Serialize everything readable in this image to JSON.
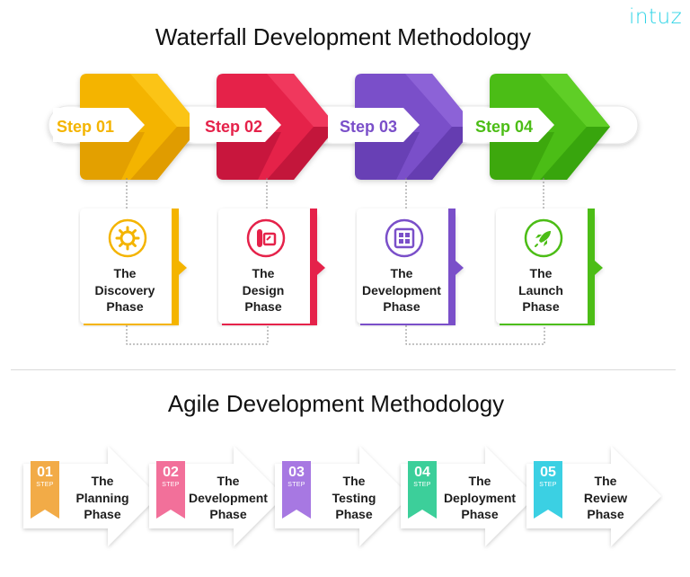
{
  "logo": {
    "text": "intuz"
  },
  "waterfall": {
    "title": "Waterfall Development Methodology",
    "steps": [
      {
        "label": "Step 01",
        "color": "#f4b400",
        "dark": "#d58f00",
        "light": "#fcc81b",
        "phase": [
          "The",
          "Discovery",
          "Phase"
        ],
        "icon": "gear-icon"
      },
      {
        "label": "Step 02",
        "color": "#e5224a",
        "dark": "#b10f33",
        "light": "#f23d61",
        "phase": [
          "The",
          "Design",
          "Phase"
        ],
        "icon": "design-tools-icon"
      },
      {
        "label": "Step 03",
        "color": "#7a4fc9",
        "dark": "#5a33a4",
        "light": "#9167db",
        "phase": [
          "The",
          "Development",
          "Phase"
        ],
        "icon": "code-window-icon"
      },
      {
        "label": "Step 04",
        "color": "#4cbd16",
        "dark": "#2f9808",
        "light": "#63d22a",
        "phase": [
          "The",
          "Launch",
          "Phase"
        ],
        "icon": "rocket-icon"
      }
    ]
  },
  "agile": {
    "title": "Agile Development Methodology",
    "step_word": "STEP",
    "steps": [
      {
        "num": "01",
        "color": "#f2ab47",
        "phase": [
          "The",
          "Planning",
          "Phase"
        ]
      },
      {
        "num": "02",
        "color": "#f2709a",
        "phase": [
          "The",
          "Development",
          "Phase"
        ]
      },
      {
        "num": "03",
        "color": "#a778e2",
        "phase": [
          "The",
          "Testing",
          "Phase"
        ]
      },
      {
        "num": "04",
        "color": "#3ccf9a",
        "phase": [
          "The",
          "Deployment",
          "Phase"
        ]
      },
      {
        "num": "05",
        "color": "#3bd0e3",
        "phase": [
          "The",
          "Review",
          "Phase"
        ]
      }
    ]
  }
}
